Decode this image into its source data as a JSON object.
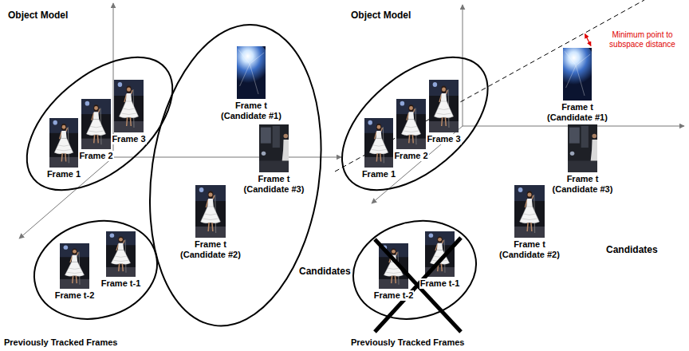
{
  "diagram": {
    "nodes": [
      {
        "text": [
          "Object Model"
        ]
      },
      {
        "text": [
          "Frame 1"
        ],
        "in": 0
      },
      {
        "text": [
          "Frame 2"
        ],
        "in": 0
      },
      {
        "text": [
          "Frame 3"
        ],
        "in": 0
      },
      {
        "text": [
          "Candidates"
        ]
      },
      {
        "text": [
          "Frame t (Candidate #1)"
        ],
        "in": 4
      },
      {
        "text": [
          "Frame t (Candidate #3)"
        ],
        "in": 4
      },
      {
        "text": [
          "Frame t (Candidate #2)"
        ],
        "in": 4
      },
      {
        "text": [
          "Previously Tracked Frames"
        ]
      },
      {
        "text": [
          "Frame t-2"
        ],
        "in": 8
      },
      {
        "text": [
          "Frame t-1"
        ],
        "in": 8
      },
      {
        "text": [
          "Object Model"
        ]
      },
      {
        "text": [
          "Frame 1"
        ],
        "in": 11
      },
      {
        "text": [
          "Frame 2"
        ],
        "in": 11
      },
      {
        "text": [
          "Frame 3"
        ],
        "in": 11
      },
      {
        "text": [
          "Frame t (Candidate #1)"
        ]
      },
      {
        "text": [
          "Frame t (Candidate #3)"
        ]
      },
      {
        "text": [
          "Frame t (Candidate #2)"
        ]
      },
      {
        "text": [
          "Previously Tracked Frames"
        ]
      },
      {
        "text": [
          "Frame t-2"
        ],
        "in": 18
      },
      {
        "text": [
          "Frame t-1"
        ],
        "in": 18
      }
    ],
    "labels": [
      "Minimum point to subspace distance",
      "Candidates"
    ]
  }
}
